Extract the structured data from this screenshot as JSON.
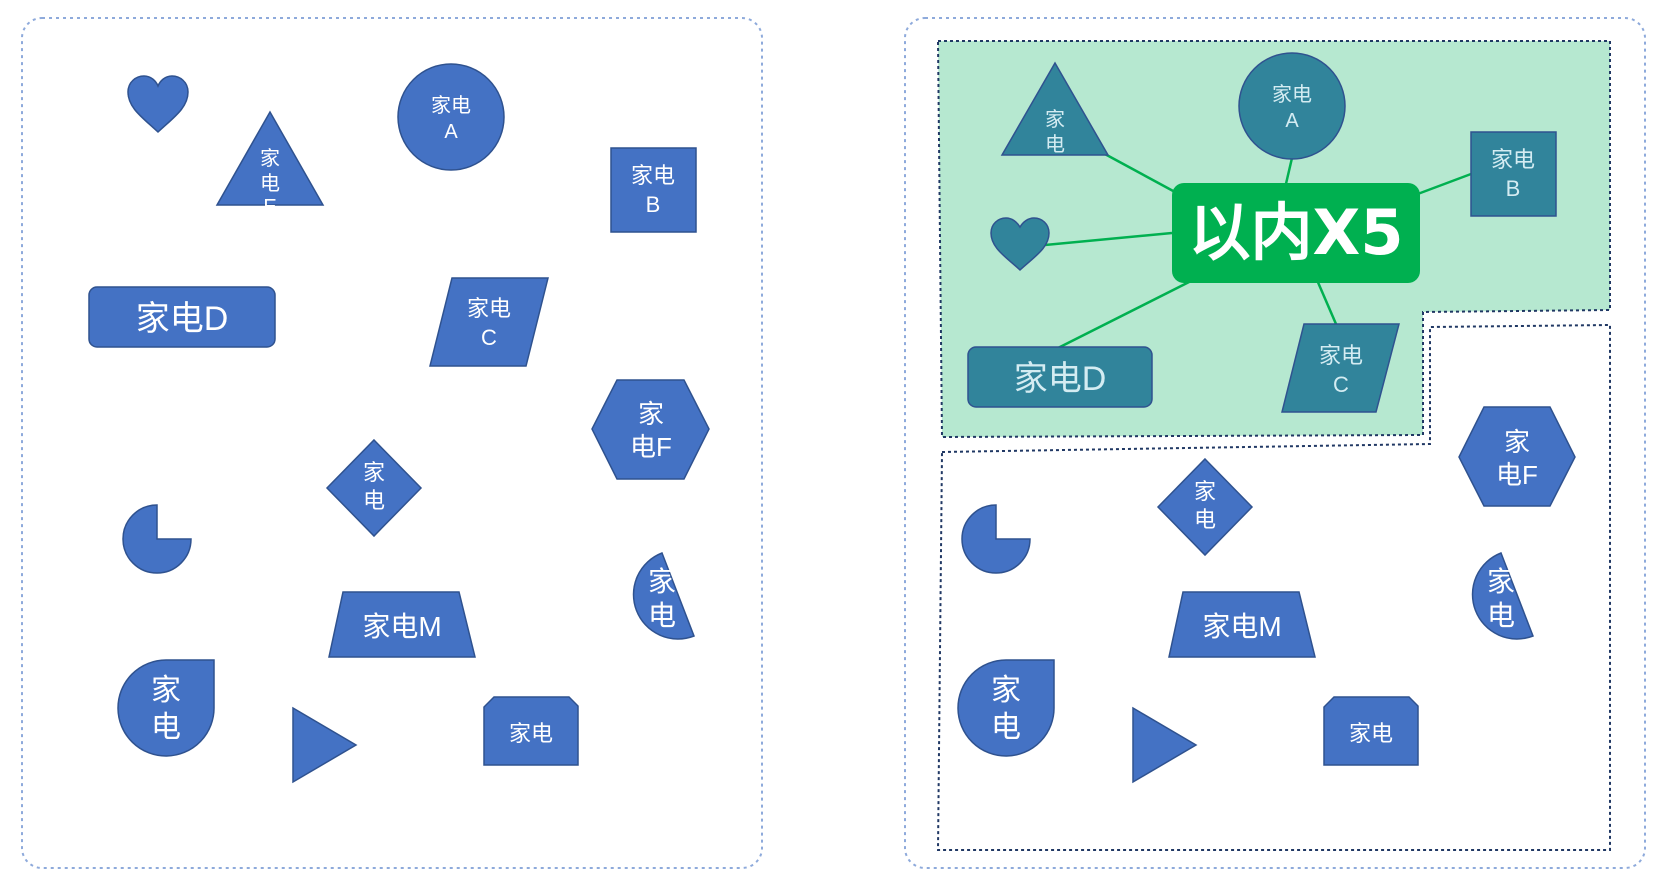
{
  "shape_labels": {
    "appliance": "家电",
    "appliance_a_line1": "家电",
    "appliance_a_line2": "A",
    "appliance_b_line1": "家电",
    "appliance_b_line2": "B",
    "appliance_c_line1": "家电",
    "appliance_c_line2": "C",
    "appliance_d": "家电D",
    "appliance_e_line1": "家",
    "appliance_e_line2": "电",
    "appliance_e_line3": "E",
    "appliance_f_line1": "家",
    "appliance_f_line2": "电F",
    "appliance_m": "家电M",
    "char_jia": "家",
    "char_dian": "电"
  },
  "highlight": {
    "badge_text": "以内X5"
  },
  "colors": {
    "shape_fill": "#4472c4",
    "shape_stroke": "#2f528f",
    "shape_fill_in_zone": "#31849b",
    "zone_fill": "#b6e8d0",
    "badge_fill": "#00b050",
    "connector": "#00b050",
    "frame_border": "#8eaadb",
    "zone_border": "#203864"
  },
  "icons": [
    "heart-icon",
    "triangle-icon",
    "circle-icon",
    "square-icon",
    "rounded-rect-icon",
    "parallelogram-icon",
    "hexagon-icon",
    "diamond-icon",
    "pie-icon",
    "trapezoid-icon",
    "teardrop-icon",
    "play-triangle-icon",
    "snipped-rect-icon",
    "chord-icon"
  ]
}
